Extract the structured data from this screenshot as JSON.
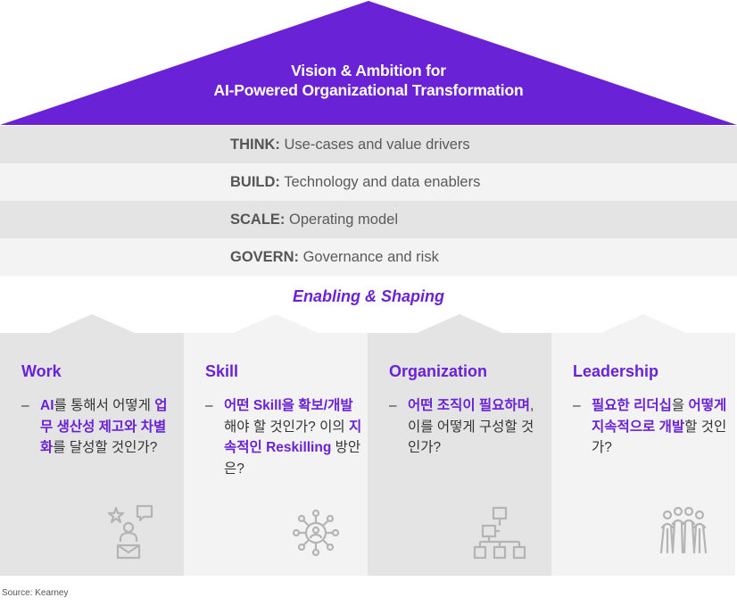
{
  "roof": {
    "title_line1": "Vision & Ambition for",
    "title_line2": "AI-Powered Organizational Transformation",
    "color": "#6a22d6"
  },
  "layers": [
    {
      "key": "THINK:",
      "text": " Use-cases and value drivers"
    },
    {
      "key": "BUILD:",
      "text": " Technology and data enablers"
    },
    {
      "key": "SCALE:",
      "text": " Operating model"
    },
    {
      "key": "GOVERN:",
      "text": " Governance and risk"
    }
  ],
  "enabling": "Enabling & Shaping",
  "dash": "–",
  "pillars": [
    {
      "title": "Work",
      "icon": "work-collaboration-icon",
      "segments": [
        {
          "text": "AI",
          "hl": true
        },
        {
          "text": "를 통해서 어떻게 ",
          "hl": false
        },
        {
          "text": "업무 생산성 제고와 차별화",
          "hl": true
        },
        {
          "text": "를 달성할 것인가?",
          "hl": false
        }
      ]
    },
    {
      "title": "Skill",
      "icon": "skill-network-icon",
      "segments": [
        {
          "text": "어떤 Skill을 확보/개발",
          "hl": true
        },
        {
          "text": "해야 할 것인가? 이의 ",
          "hl": false
        },
        {
          "text": "지속적인 Reskilling",
          "hl": true
        },
        {
          "text": " 방안은?",
          "hl": false
        }
      ]
    },
    {
      "title": "Organization",
      "icon": "org-chart-icon",
      "segments": [
        {
          "text": "어떤 조직이 필요하며",
          "hl": true
        },
        {
          "text": ", 이를 어떻게 구성할 것인가?",
          "hl": false
        }
      ]
    },
    {
      "title": "Leadership",
      "icon": "leadership-people-icon",
      "segments": [
        {
          "text": "필요한 리더십",
          "hl": true
        },
        {
          "text": "을 ",
          "hl": false
        },
        {
          "text": "어떻게 지속적으로 개발",
          "hl": true
        },
        {
          "text": "할 것인가?",
          "hl": false
        }
      ]
    }
  ],
  "source": "Source: Kearney"
}
